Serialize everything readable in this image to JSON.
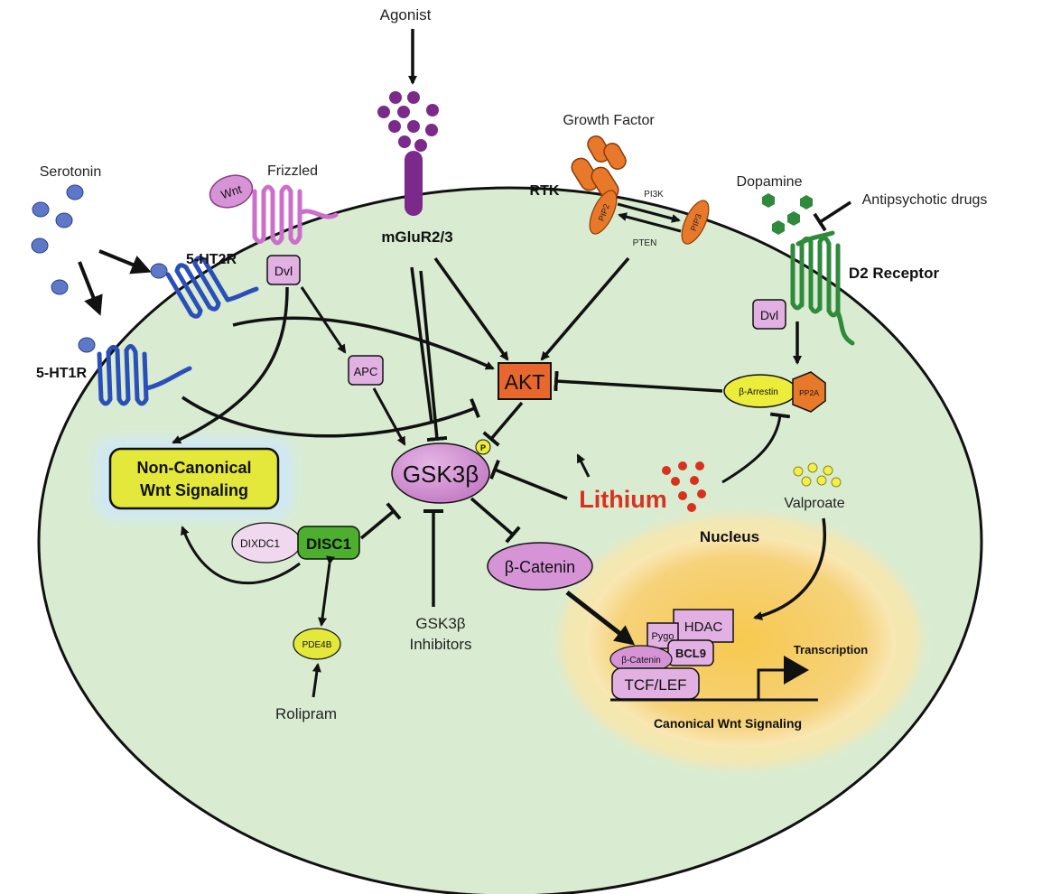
{
  "labels": {
    "agonist": "Agonist",
    "mglur": "mGluR2/3",
    "growth_factor": "Growth Factor",
    "rtk": "RTK",
    "pip2": "PIP2",
    "pip3": "PIP3",
    "pi3k": "PI3K",
    "pten": "PTEN",
    "dopamine": "Dopamine",
    "antipsychotic": "Antipsychotic drugs",
    "d2_receptor": "D2 Receptor",
    "serotonin": "Serotonin",
    "ht2r": "5-HT2R",
    "ht1r": "5-HT1R",
    "wnt": "Wnt",
    "frizzled": "Frizzled",
    "dvl_left": "Dvl",
    "dvl_right": "Dvl",
    "apc": "APC",
    "akt": "AKT",
    "beta_arrestin": "β-Arrestin",
    "pp2a": "PP2A",
    "gsk3b": "GSK3β",
    "phospho": "P",
    "lithium": "Lithium",
    "valproate": "Valproate",
    "non_canonical_1": "Non-Canonical",
    "non_canonical_2": "Wnt Signaling",
    "dixdc1": "DIXDC1",
    "disc1": "DISC1",
    "pde4b": "PDE4B",
    "rolipram": "Rolipram",
    "gsk_inhib_1": "GSK3β",
    "gsk_inhib_2": "Inhibitors",
    "beta_catenin": "β-Catenin",
    "nucleus": "Nucleus",
    "hdac": "HDAC",
    "pygo": "Pygo",
    "bcl9": "BCL9",
    "beta_catenin_small": "β-Catenin",
    "tcf_lef": "TCF/LEF",
    "transcription": "Transcription",
    "canonical": "Canonical Wnt Signaling"
  },
  "colors": {
    "cell": "#d9ecd2",
    "nucleus": "#f6cf6e",
    "akt": "#e8672c",
    "gsk3b": "#d694d6",
    "pink_box": "#e2b0e2",
    "lithium": "#d8321e",
    "serotonin_receptor": "#2b4fb8",
    "d2_receptor": "#2f8a3c",
    "mglur": "#7b2a8c",
    "rtk": "#e8792a",
    "disc1": "#4caf2d",
    "yellow_box": "#e3e83a"
  }
}
